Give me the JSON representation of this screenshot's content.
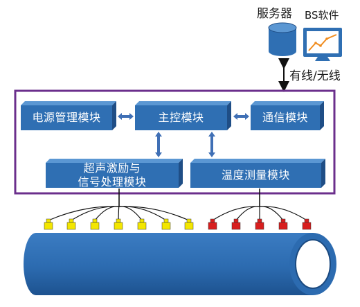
{
  "server": {
    "label": "服务器"
  },
  "software": {
    "label": "BS软件"
  },
  "link": {
    "label": "有线/无线"
  },
  "modules": {
    "power": "电源管理模块",
    "main": "主控模块",
    "comm": "通信模块",
    "ultrasonic_line1": "超声激励与",
    "ultrasonic_line2": "信号处理模块",
    "temp": "温度测量模块"
  },
  "colors": {
    "module_face": "#2f6fb3",
    "module_top": "#5b97d3",
    "module_side": "#1f4e86",
    "frame": "#6b2f8c",
    "pipe": "#2c6bb0",
    "pipe_dark": "#1b4a80",
    "ultrasonic_sensor": "#f3e600",
    "temp_sensor": "#d81e1e",
    "arrow": "#3f6fb5"
  }
}
